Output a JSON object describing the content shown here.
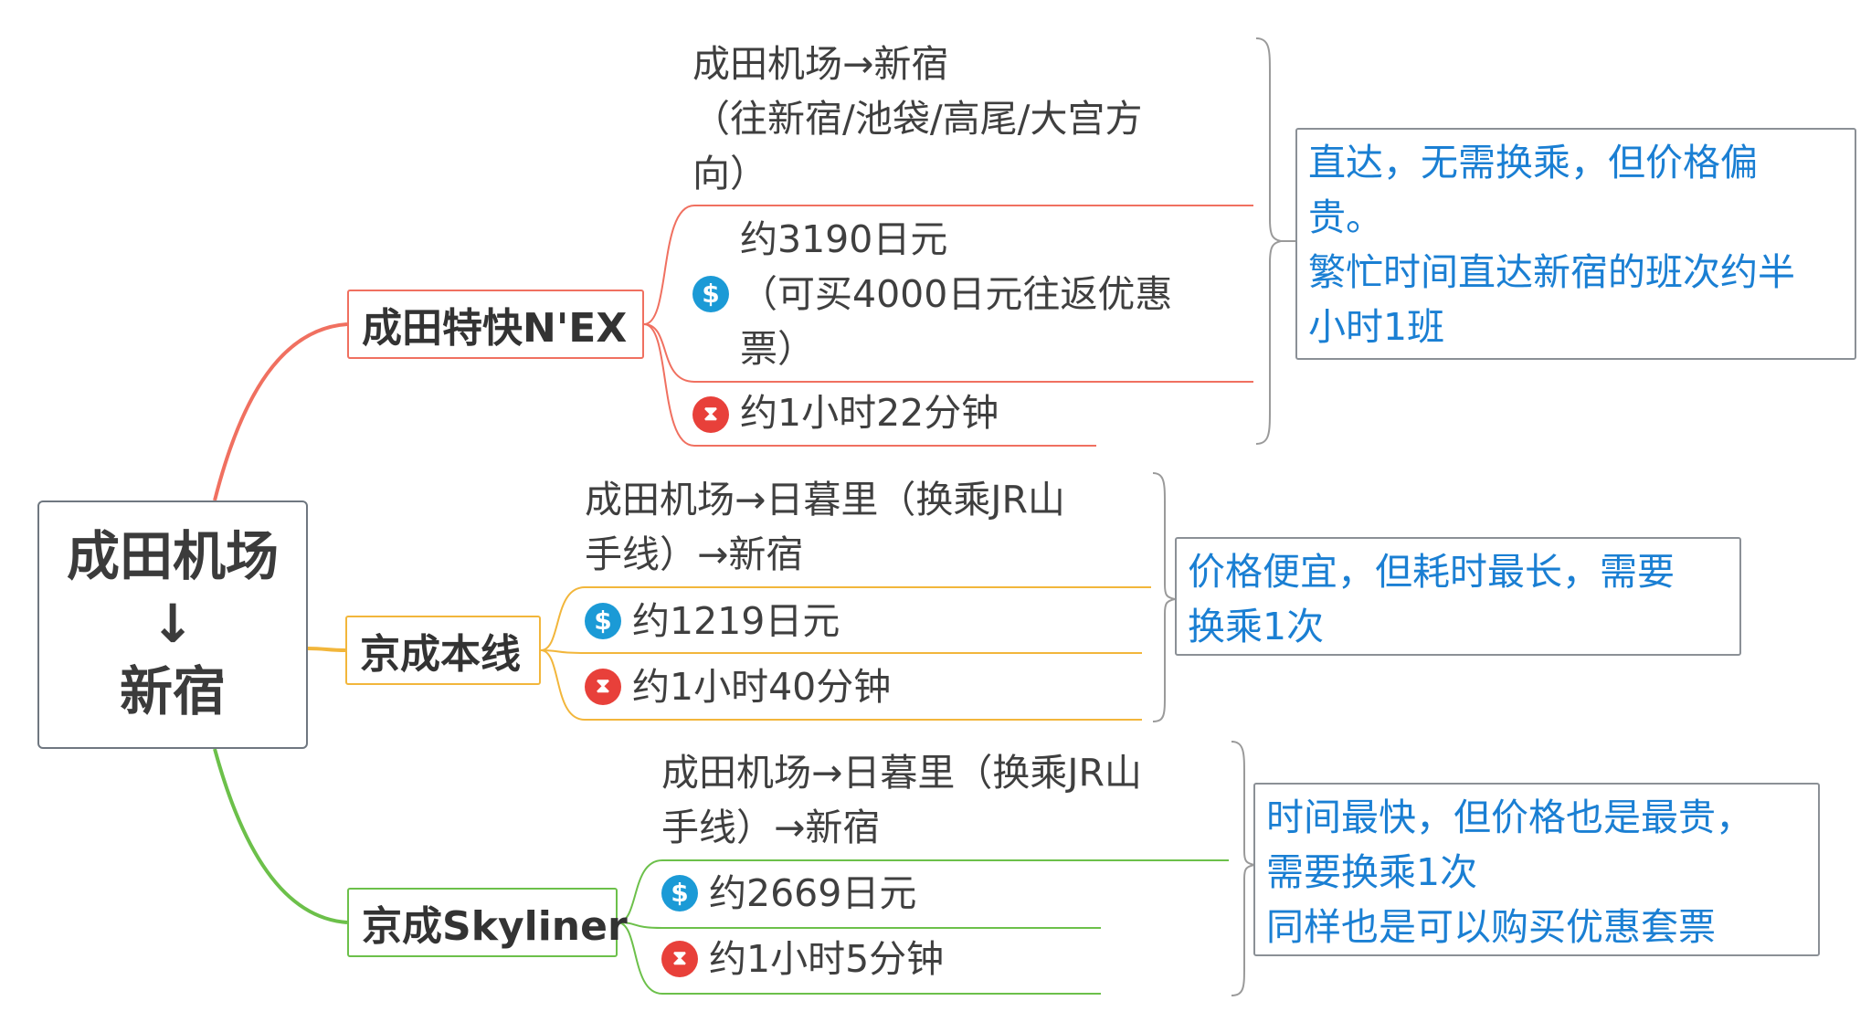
{
  "root": {
    "line1": "成田机场",
    "arrow": "↓",
    "line2": "新宿"
  },
  "branches": [
    {
      "label": "成田特快N'EX",
      "color": "#f07060",
      "route": [
        "成田机场→新宿",
        "（往新宿/池袋/高尾/大宫方",
        "向）"
      ],
      "price": [
        "约3190日元",
        "（可买4000日元往返优惠",
        "票）"
      ],
      "time": "约1小时22分钟",
      "note": [
        "直达，无需换乘，但价格偏",
        "贵。",
        "繁忙时间直达新宿的班次约半",
        "小时1班"
      ]
    },
    {
      "label": "京成本线",
      "color": "#f2b63b",
      "route": [
        "成田机场→日暮里（换乘JR山",
        "手线）→新宿"
      ],
      "price": [
        "约1219日元"
      ],
      "time": "约1小时40分钟",
      "note": [
        "价格便宜，但耗时最长，需要",
        "换乘1次"
      ]
    },
    {
      "label": "京成Skyliner",
      "color": "#6cc04a",
      "route": [
        "成田机场→日暮里（换乘JR山",
        "手线）→新宿"
      ],
      "price": [
        "约2669日元"
      ],
      "time": "约1小时5分钟",
      "note": [
        "时间最快，但价格也是最贵，",
        "需要换乘1次",
        "同样也是可以购买优惠套票"
      ]
    }
  ],
  "icons": {
    "money": "dollar-circle-icon",
    "time": "hourglass-icon",
    "money_glyph": "$",
    "time_glyph": "⧗"
  },
  "colors": {
    "root_border": "#6f7780",
    "note_text": "#1a7fd3",
    "note_border": "#8b9096",
    "bracket": "#9a9a9a"
  }
}
